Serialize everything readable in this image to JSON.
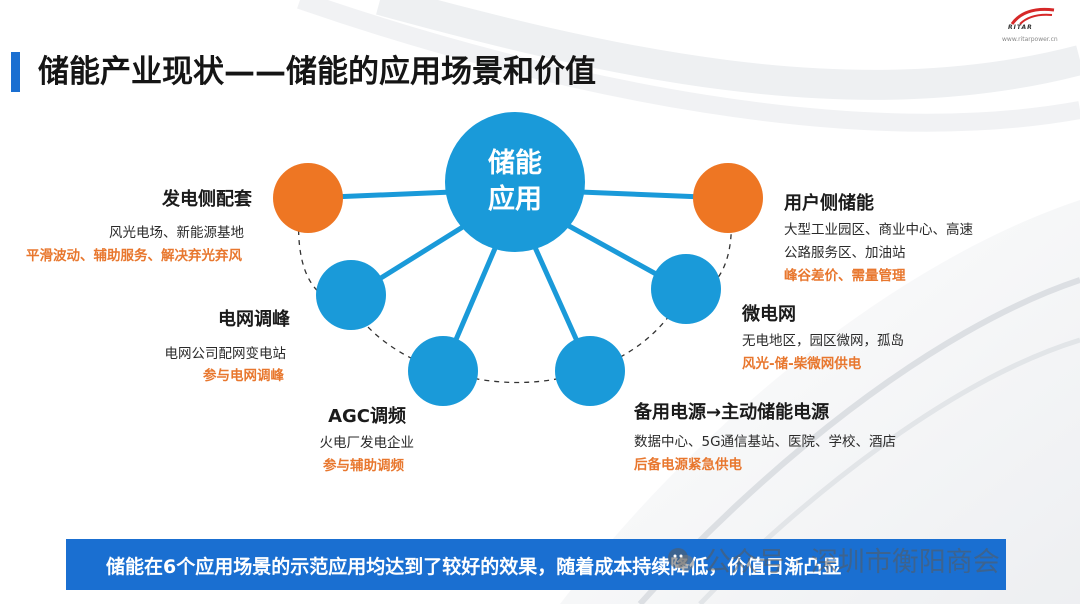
{
  "title": "储能产业现状——储能的应用场景和价值",
  "logo": {
    "text": "RITAR",
    "url": "www.ritarpower.cn"
  },
  "center": {
    "line1": "储能",
    "line2": "应用"
  },
  "scenarios": [
    {
      "key": "gen",
      "head": "发电侧配套",
      "desc": [
        "风光电场、新能源基地"
      ],
      "value": "平滑波动、辅助服务、解决弃光弃风"
    },
    {
      "key": "grid",
      "head": "电网调峰",
      "desc": [
        "电网公司配网变电站"
      ],
      "value": "参与电网调峰"
    },
    {
      "key": "agc",
      "head": "AGC调频",
      "desc": [
        "火电厂发电企业"
      ],
      "value": "参与辅助调频"
    },
    {
      "key": "user",
      "head": "用户侧储能",
      "desc": [
        "大型工业园区、商业中心、高速",
        "公路服务区、加油站"
      ],
      "value": "峰谷差价、需量管理"
    },
    {
      "key": "micro",
      "head": "微电网",
      "desc": [
        "无电地区，园区微网，孤岛"
      ],
      "value": "风光-储-柴微网供电"
    },
    {
      "key": "backup",
      "head": "备用电源→主动储能电源",
      "desc": [
        "数据中心、5G通信基站、医院、学校、酒店"
      ],
      "value": "后备电源紧急供电"
    }
  ],
  "colors": {
    "blue": "#1a9ad9",
    "orange": "#ee7623",
    "accent": "#e8772e",
    "banner": "#1a6fd1"
  },
  "banner": "储能在6个应用场景的示范应用均达到了较好的效果，随着成本持续降低，价值日渐凸显",
  "watermark": "公众号 · 深圳市衡阳商会"
}
